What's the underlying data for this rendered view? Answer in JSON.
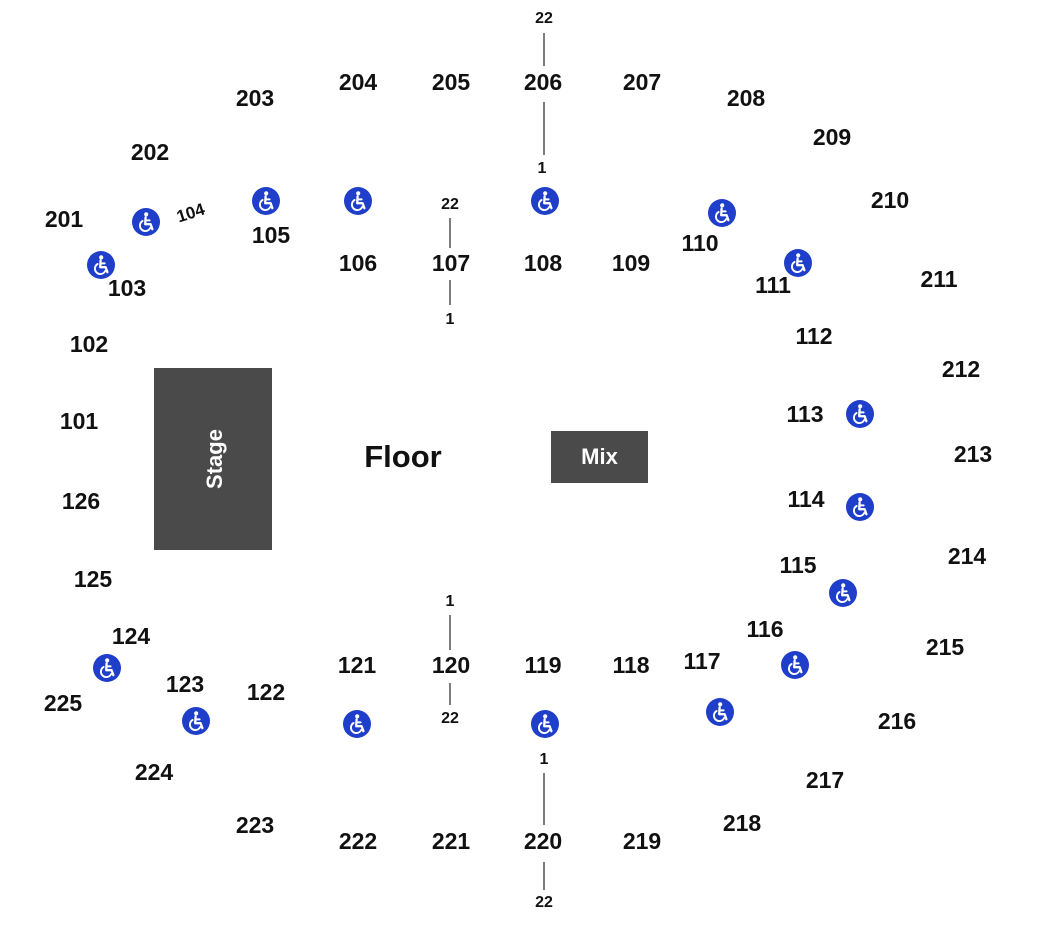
{
  "colors": {
    "block": "#4a4a4a",
    "accessible": "#1f3ec9",
    "text": "#111111",
    "line": "#444444"
  },
  "labels": {
    "stage": "Stage",
    "floor": "Floor",
    "mix": "Mix"
  },
  "icon": "wheelchair-icon",
  "sections": {
    "s101": "101",
    "s102": "102",
    "s103": "103",
    "s104": "104",
    "s105": "105",
    "s106": "106",
    "s107": "107",
    "s108": "108",
    "s109": "109",
    "s110": "110",
    "s111": "111",
    "s112": "112",
    "s113": "113",
    "s114": "114",
    "s115": "115",
    "s116": "116",
    "s117": "117",
    "s118": "118",
    "s119": "119",
    "s120": "120",
    "s121": "121",
    "s122": "122",
    "s123": "123",
    "s124": "124",
    "s125": "125",
    "s126": "126",
    "s201": "201",
    "s202": "202",
    "s203": "203",
    "s204": "204",
    "s205": "205",
    "s206": "206",
    "s207": "207",
    "s208": "208",
    "s209": "209",
    "s210": "210",
    "s211": "211",
    "s212": "212",
    "s213": "213",
    "s214": "214",
    "s215": "215",
    "s216": "216",
    "s217": "217",
    "s218": "218",
    "s219": "219",
    "s220": "220",
    "s221": "221",
    "s222": "222",
    "s223": "223",
    "s224": "224",
    "s225": "225"
  },
  "rows": {
    "r206_top": "22",
    "r206_bottom": "1",
    "r107_top": "22",
    "r107_bottom": "1",
    "r120_top": "1",
    "r120_bottom": "22",
    "r220_top": "1",
    "r220_bottom": "22"
  }
}
